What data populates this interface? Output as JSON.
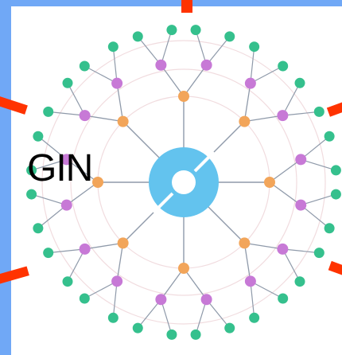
{
  "label": "GIN",
  "colors": {
    "page_background": "#70a8f6",
    "panel": "#ffffff",
    "core": "#63c3ee",
    "core_highlight": "#ffffff",
    "level1": "#f2a55a",
    "level2": "#c779d6",
    "level3": "#35c08d",
    "branch": "#8f9aaa",
    "ring": "#f1dcdf",
    "marker": "#ff3300"
  },
  "structure": {
    "type": "dendrimer",
    "core": 1,
    "generations": [
      {
        "name": "level1",
        "nodes": 8
      },
      {
        "name": "level2",
        "nodes": 16
      },
      {
        "name": "level3",
        "nodes": 32
      }
    ]
  },
  "markers": {
    "count": 5
  }
}
